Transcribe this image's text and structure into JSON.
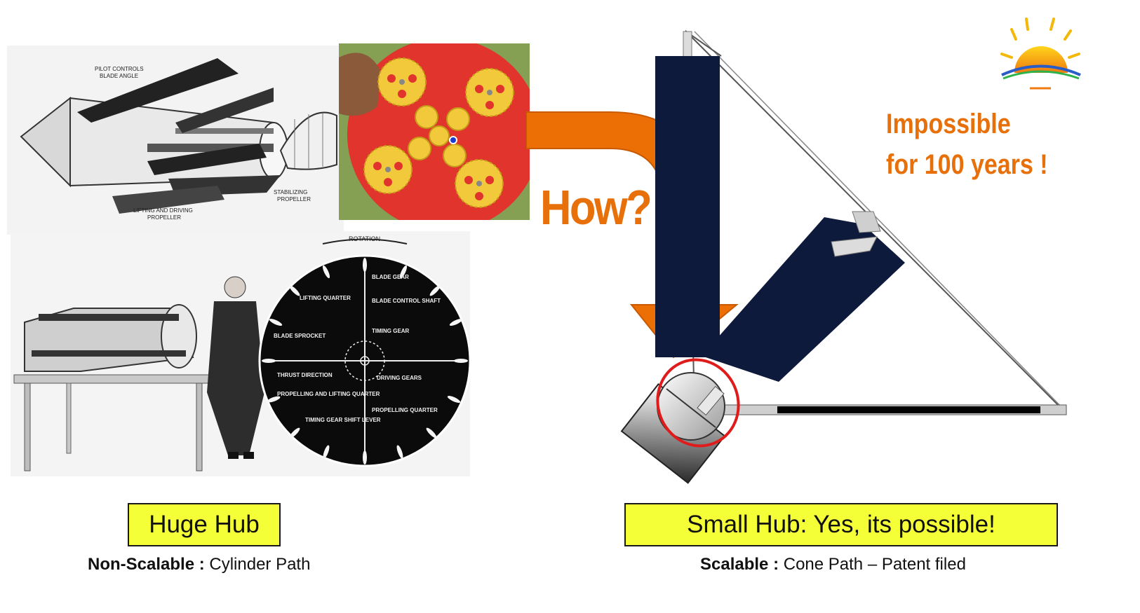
{
  "left": {
    "airship_labels": {
      "pilot_controls": "PILOT CONTROLS",
      "blade_angle": "BLADE ANGLE",
      "stabilizing": "STABILIZING",
      "propeller": "PROPELLER",
      "lifting_driving": "LIFTING AND DRIVING",
      "propeller2": "PROPELLER"
    },
    "disc_labels": {
      "rotation": "ROTATION",
      "blade_gear": "BLADE GEAR",
      "lifting_quarter": "LIFTING QUARTER",
      "blade_control_shaft": "BLADE CONTROL SHAFT",
      "timing_gear": "TIMING GEAR",
      "blade_sprocket": "BLADE SPROCKET",
      "thrust_direction": "THRUST DIRECTION",
      "driving_gears": "DRIVING GEARS",
      "propelling_lifting": "PROPELLING AND LIFTING QUARTER",
      "propelling_quarter": "PROPELLING QUARTER",
      "timing_shift": "TIMING GEAR SHIFT LEVER"
    },
    "box_label": "Huge Hub",
    "caption_bold": "Non-Scalable :",
    "caption_text": " Cylinder Path"
  },
  "center": {
    "question": "How?"
  },
  "right": {
    "headline_line1": "Impossible",
    "headline_line2": "for 100 years !",
    "box_label": "Small Hub: Yes, its possible!",
    "caption_bold": "Scalable :",
    "caption_text": " Cone Path – Patent filed"
  },
  "colors": {
    "accent_orange": "#e8700a",
    "label_yellow": "#f5ff38",
    "navy_blade": "#0e1a3c",
    "gear_disc_red": "#e0342c",
    "gear_yellow": "#f2c93a",
    "highlight_red": "#e01b1b"
  },
  "icons": [
    "sunrise-logo-icon",
    "curved-arrow-icon"
  ]
}
